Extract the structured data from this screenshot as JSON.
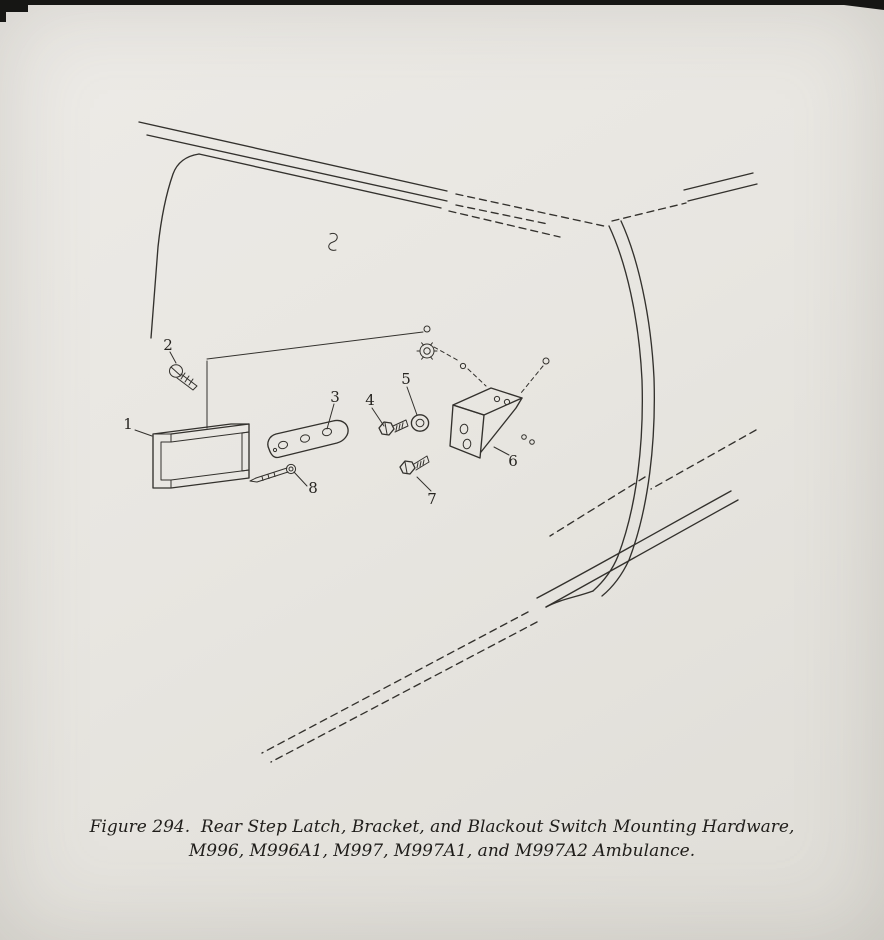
{
  "caption": {
    "line1": "Figure 294.  Rear Step Latch, Bracket, and Blackout Switch Mounting Hardware,",
    "line2": "M996, M996A1, M997, M997A1, and M997A2 Ambulance."
  },
  "figure": {
    "callouts": [
      {
        "number": "1"
      },
      {
        "number": "2"
      },
      {
        "number": "3"
      },
      {
        "number": "4"
      },
      {
        "number": "5"
      },
      {
        "number": "6"
      },
      {
        "number": "7"
      },
      {
        "number": "8"
      }
    ]
  },
  "colors": {
    "paper": "#e8e6e1",
    "ink": "#33312d",
    "scan_edge": "#161614"
  }
}
